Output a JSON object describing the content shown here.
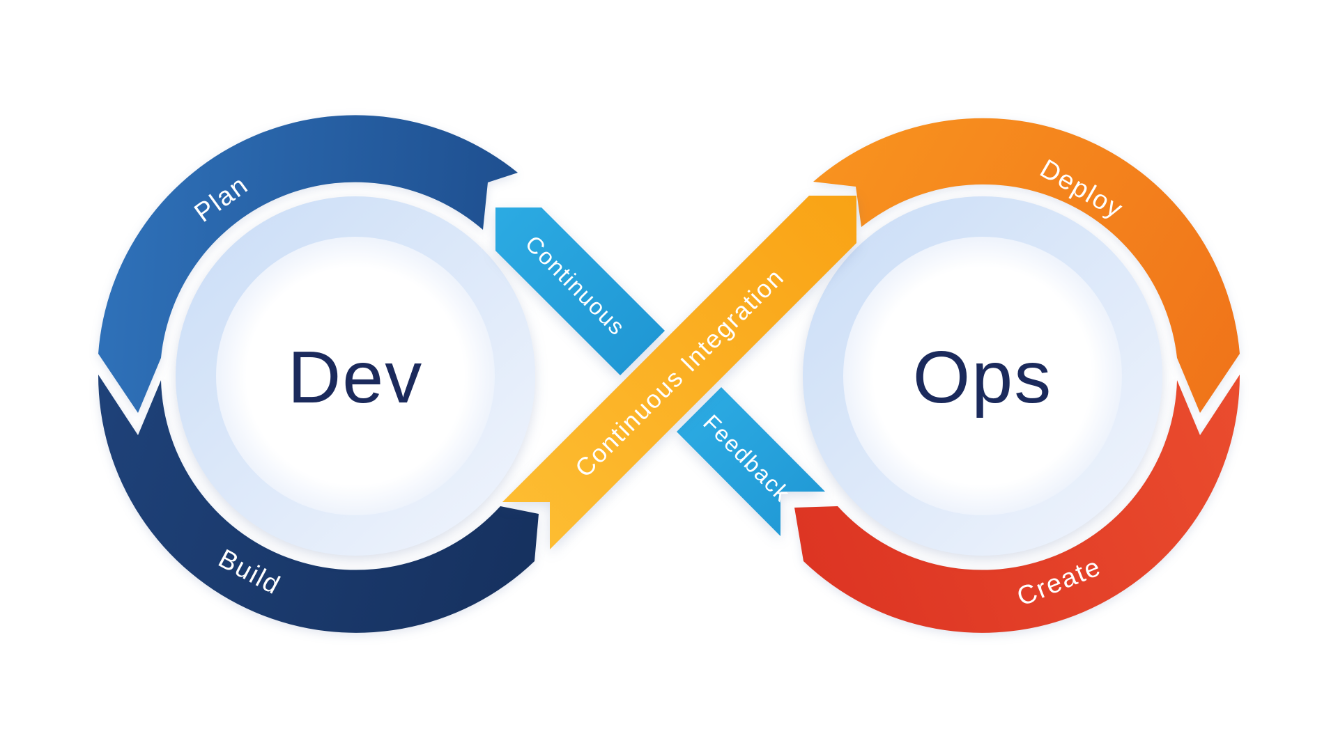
{
  "diagram": {
    "title_semantic": "DevOps infinity loop",
    "left_loop": {
      "center_label": "Dev",
      "top_label": "Plan",
      "bottom_label": "Build"
    },
    "right_loop": {
      "center_label": "Ops",
      "top_label": "Deploy",
      "bottom_label": "Create"
    },
    "ribbons": {
      "integration_label": "Continuous Integration",
      "feedback_label_upper": "Continuous",
      "feedback_label_lower": "Feedback"
    }
  },
  "colors": {
    "plan_light": "#2f72ba",
    "plan_dark": "#1e4e8e",
    "build_light": "#1e4178",
    "build_dark": "#16315f",
    "deploy_light": "#f8921f",
    "deploy_dark": "#f0741a",
    "create_light": "#ea4c2e",
    "create_dark": "#dd3523",
    "cyan_light": "#2cabe3",
    "cyan_dark": "#1f96d3",
    "yellow_light": "#fdbd32",
    "yellow_dark": "#f9a315",
    "inner_ring_light": "#cddff7",
    "inner_ring_fade": "#eef3fc",
    "inner_circle": "#ffffff",
    "center_text": "#1b2a5c",
    "label_text": "#ffffff",
    "background": "#ffffff"
  }
}
